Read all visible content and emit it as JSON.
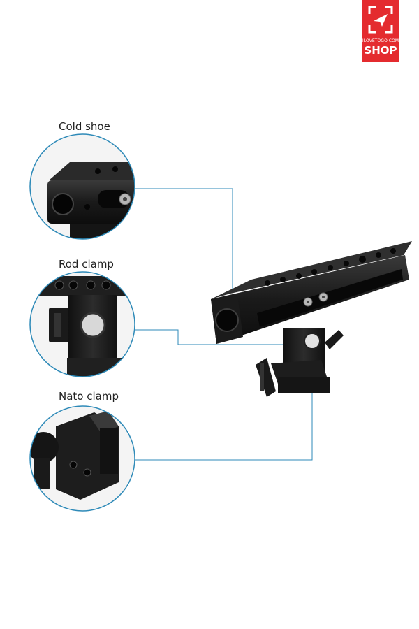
{
  "logo": {
    "sub_text": "ILOVETOGO.COM",
    "main_text": "SHOP"
  },
  "callouts": [
    {
      "label": "Cold shoe"
    },
    {
      "label": "Rod clamp"
    },
    {
      "label": "Nato clamp"
    }
  ],
  "colors": {
    "accent_line": "#2e8ab8",
    "logo_red": "#e42b2f",
    "metal_black": "#1c1c1c"
  }
}
